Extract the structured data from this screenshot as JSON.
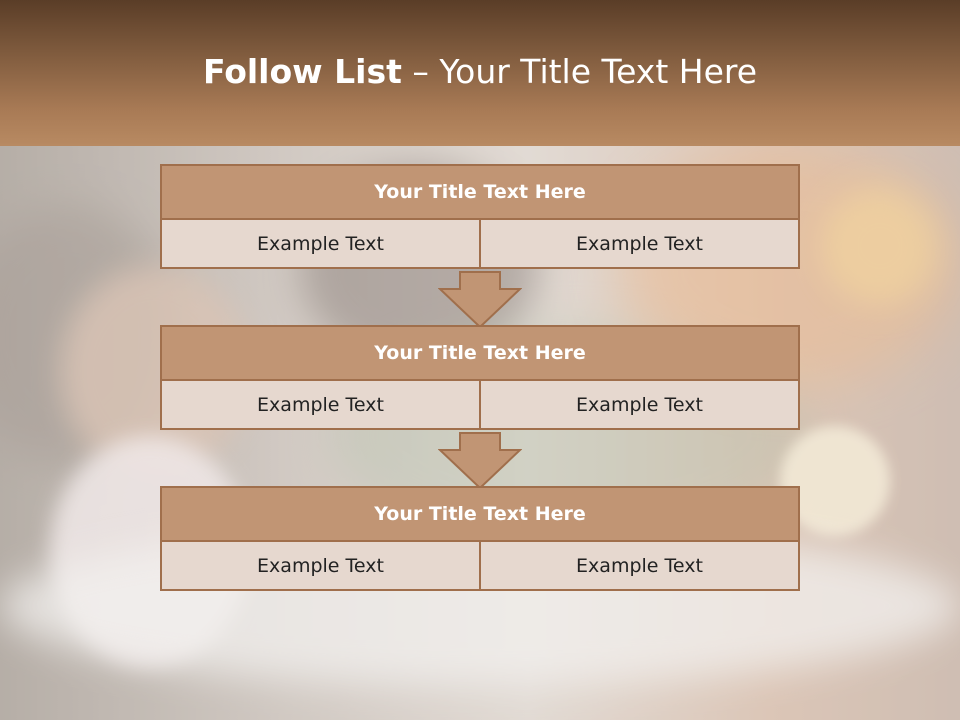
{
  "slide": {
    "title_bold": "Follow List",
    "title_rest": " – Your Title Text Here"
  },
  "blocks": [
    {
      "title": "Your Title Text Here",
      "left": "Example Text",
      "right": "Example Text"
    },
    {
      "title": "Your Title Text Here",
      "left": "Example Text",
      "right": "Example Text"
    },
    {
      "title": "Your Title Text Here",
      "left": "Example Text",
      "right": "Example Text"
    }
  ],
  "colors": {
    "header": "#7e5a3d",
    "block_title_bg": "#c19574",
    "block_border": "#a06f4c",
    "cell_bg": "#e6d8cf"
  }
}
